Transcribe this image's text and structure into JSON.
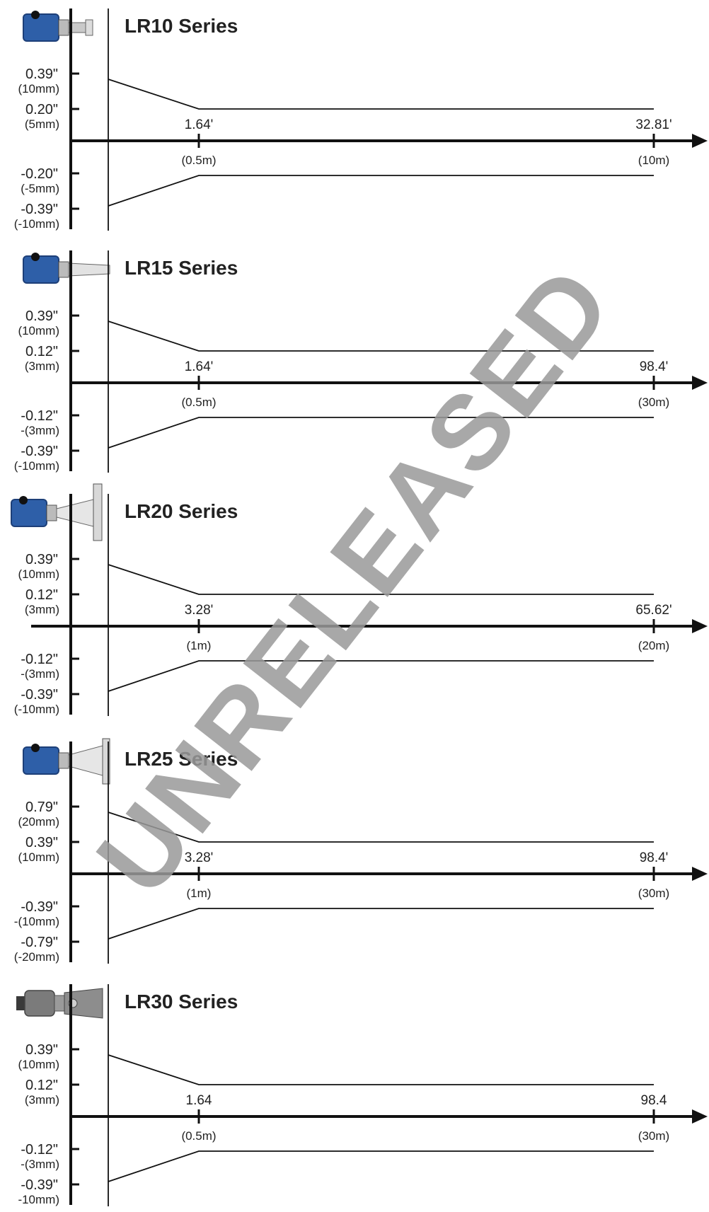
{
  "colors": {
    "sensor_blue": "#2e5fa8",
    "sensor_dark": "#1d3f78",
    "stem_gray": "#c9c9c9",
    "axis": "#111111",
    "watermark": "#9a9a9a"
  },
  "watermark": "UNRELEASED",
  "panels": [
    {
      "title": "LR10 Series",
      "sensor_icon": "blue-threaded-sensor-icon",
      "y_labels": [
        {
          "value": "0.39\"",
          "mm": "(10mm)"
        },
        {
          "value": "0.20\"",
          "mm": "(5mm)"
        },
        {
          "value": "-0.20\"",
          "mm": "(-5mm)"
        },
        {
          "value": "-0.39\"",
          "mm": "(-10mm)"
        }
      ],
      "x_ticks": [
        {
          "ft": "1.64'",
          "m": "(0.5m)"
        },
        {
          "ft": "32.81'",
          "m": "(10m)"
        }
      ]
    },
    {
      "title": "LR15 Series",
      "sensor_icon": "blue-small-horn-sensor-icon",
      "y_labels": [
        {
          "value": "0.39\"",
          "mm": "(10mm)"
        },
        {
          "value": "0.12\"",
          "mm": "(3mm)"
        },
        {
          "value": "-0.12\"",
          "mm": "-(3mm)"
        },
        {
          "value": "-0.39\"",
          "mm": "(-10mm)"
        }
      ],
      "x_ticks": [
        {
          "ft": "1.64'",
          "m": "(0.5m)"
        },
        {
          "ft": "98.4'",
          "m": "(30m)"
        }
      ]
    },
    {
      "title": "LR20 Series",
      "sensor_icon": "blue-large-horn-flange-sensor-icon",
      "y_labels": [
        {
          "value": "0.39\"",
          "mm": "(10mm)"
        },
        {
          "value": "0.12\"",
          "mm": "(3mm)"
        },
        {
          "value": "-0.12\"",
          "mm": "-(3mm)"
        },
        {
          "value": "-0.39\"",
          "mm": "(-10mm)"
        }
      ],
      "x_ticks": [
        {
          "ft": "3.28'",
          "m": "(1m)"
        },
        {
          "ft": "65.62'",
          "m": "(20m)"
        }
      ]
    },
    {
      "title": "LR25 Series",
      "sensor_icon": "blue-horn-flange-sensor-icon",
      "y_labels": [
        {
          "value": "0.79\"",
          "mm": "(20mm)"
        },
        {
          "value": "0.39\"",
          "mm": "(10mm)"
        },
        {
          "value": "-0.39\"",
          "mm": "-(10mm)"
        },
        {
          "value": "-0.79\"",
          "mm": "(-20mm)"
        }
      ],
      "x_ticks": [
        {
          "ft": "3.28'",
          "m": "(1m)"
        },
        {
          "ft": "98.4'",
          "m": "(30m)"
        }
      ]
    },
    {
      "title": "LR30 Series",
      "sensor_icon": "gray-sensor-icon",
      "y_labels": [
        {
          "value": "0.39\"",
          "mm": "(10mm)"
        },
        {
          "value": "0.12\"",
          "mm": "(3mm)"
        },
        {
          "value": "-0.12\"",
          "mm": "-(3mm)"
        },
        {
          "value": "-0.39\"",
          "mm": "-10mm)"
        }
      ],
      "x_ticks": [
        {
          "ft": "1.64",
          "m": "(0.5m)"
        },
        {
          "ft": "98.4",
          "m": "(30m)"
        }
      ]
    }
  ]
}
